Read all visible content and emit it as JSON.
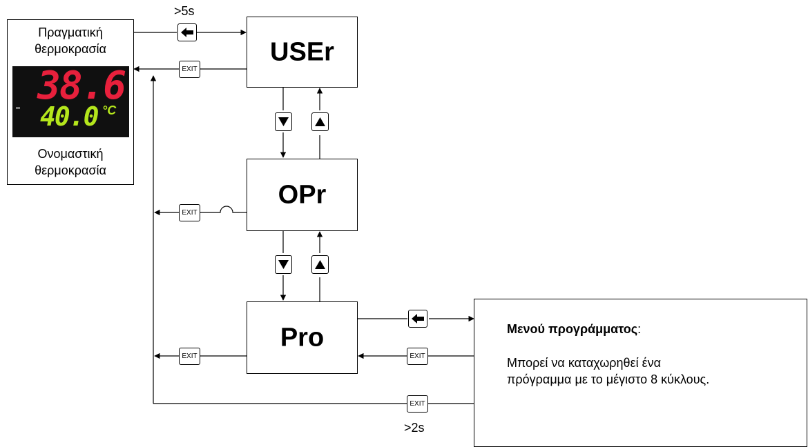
{
  "display_panel": {
    "actual_label_line1": "Πραγματική",
    "actual_label_line2": "θερμοκρασία",
    "actual_value": "38.6",
    "setpoint_value": "40.0",
    "unit": "°C",
    "nominal_label_line1": "Ονομαστική",
    "nominal_label_line2": "θερμοκρασία"
  },
  "menus": {
    "user": "USEr",
    "opr": "OPr",
    "pro": "Pro"
  },
  "keys": {
    "exit": "EXIT"
  },
  "timings": {
    "enter_hold": ">5s",
    "exit_hold": ">2s"
  },
  "program_menu": {
    "title": "Μενού προγράμματος",
    "title_suffix": ":",
    "description": "Μπορεί να καταχωρηθεί ένα\nπρόγραμμα με το μέγιστο 8 κύκλους."
  }
}
